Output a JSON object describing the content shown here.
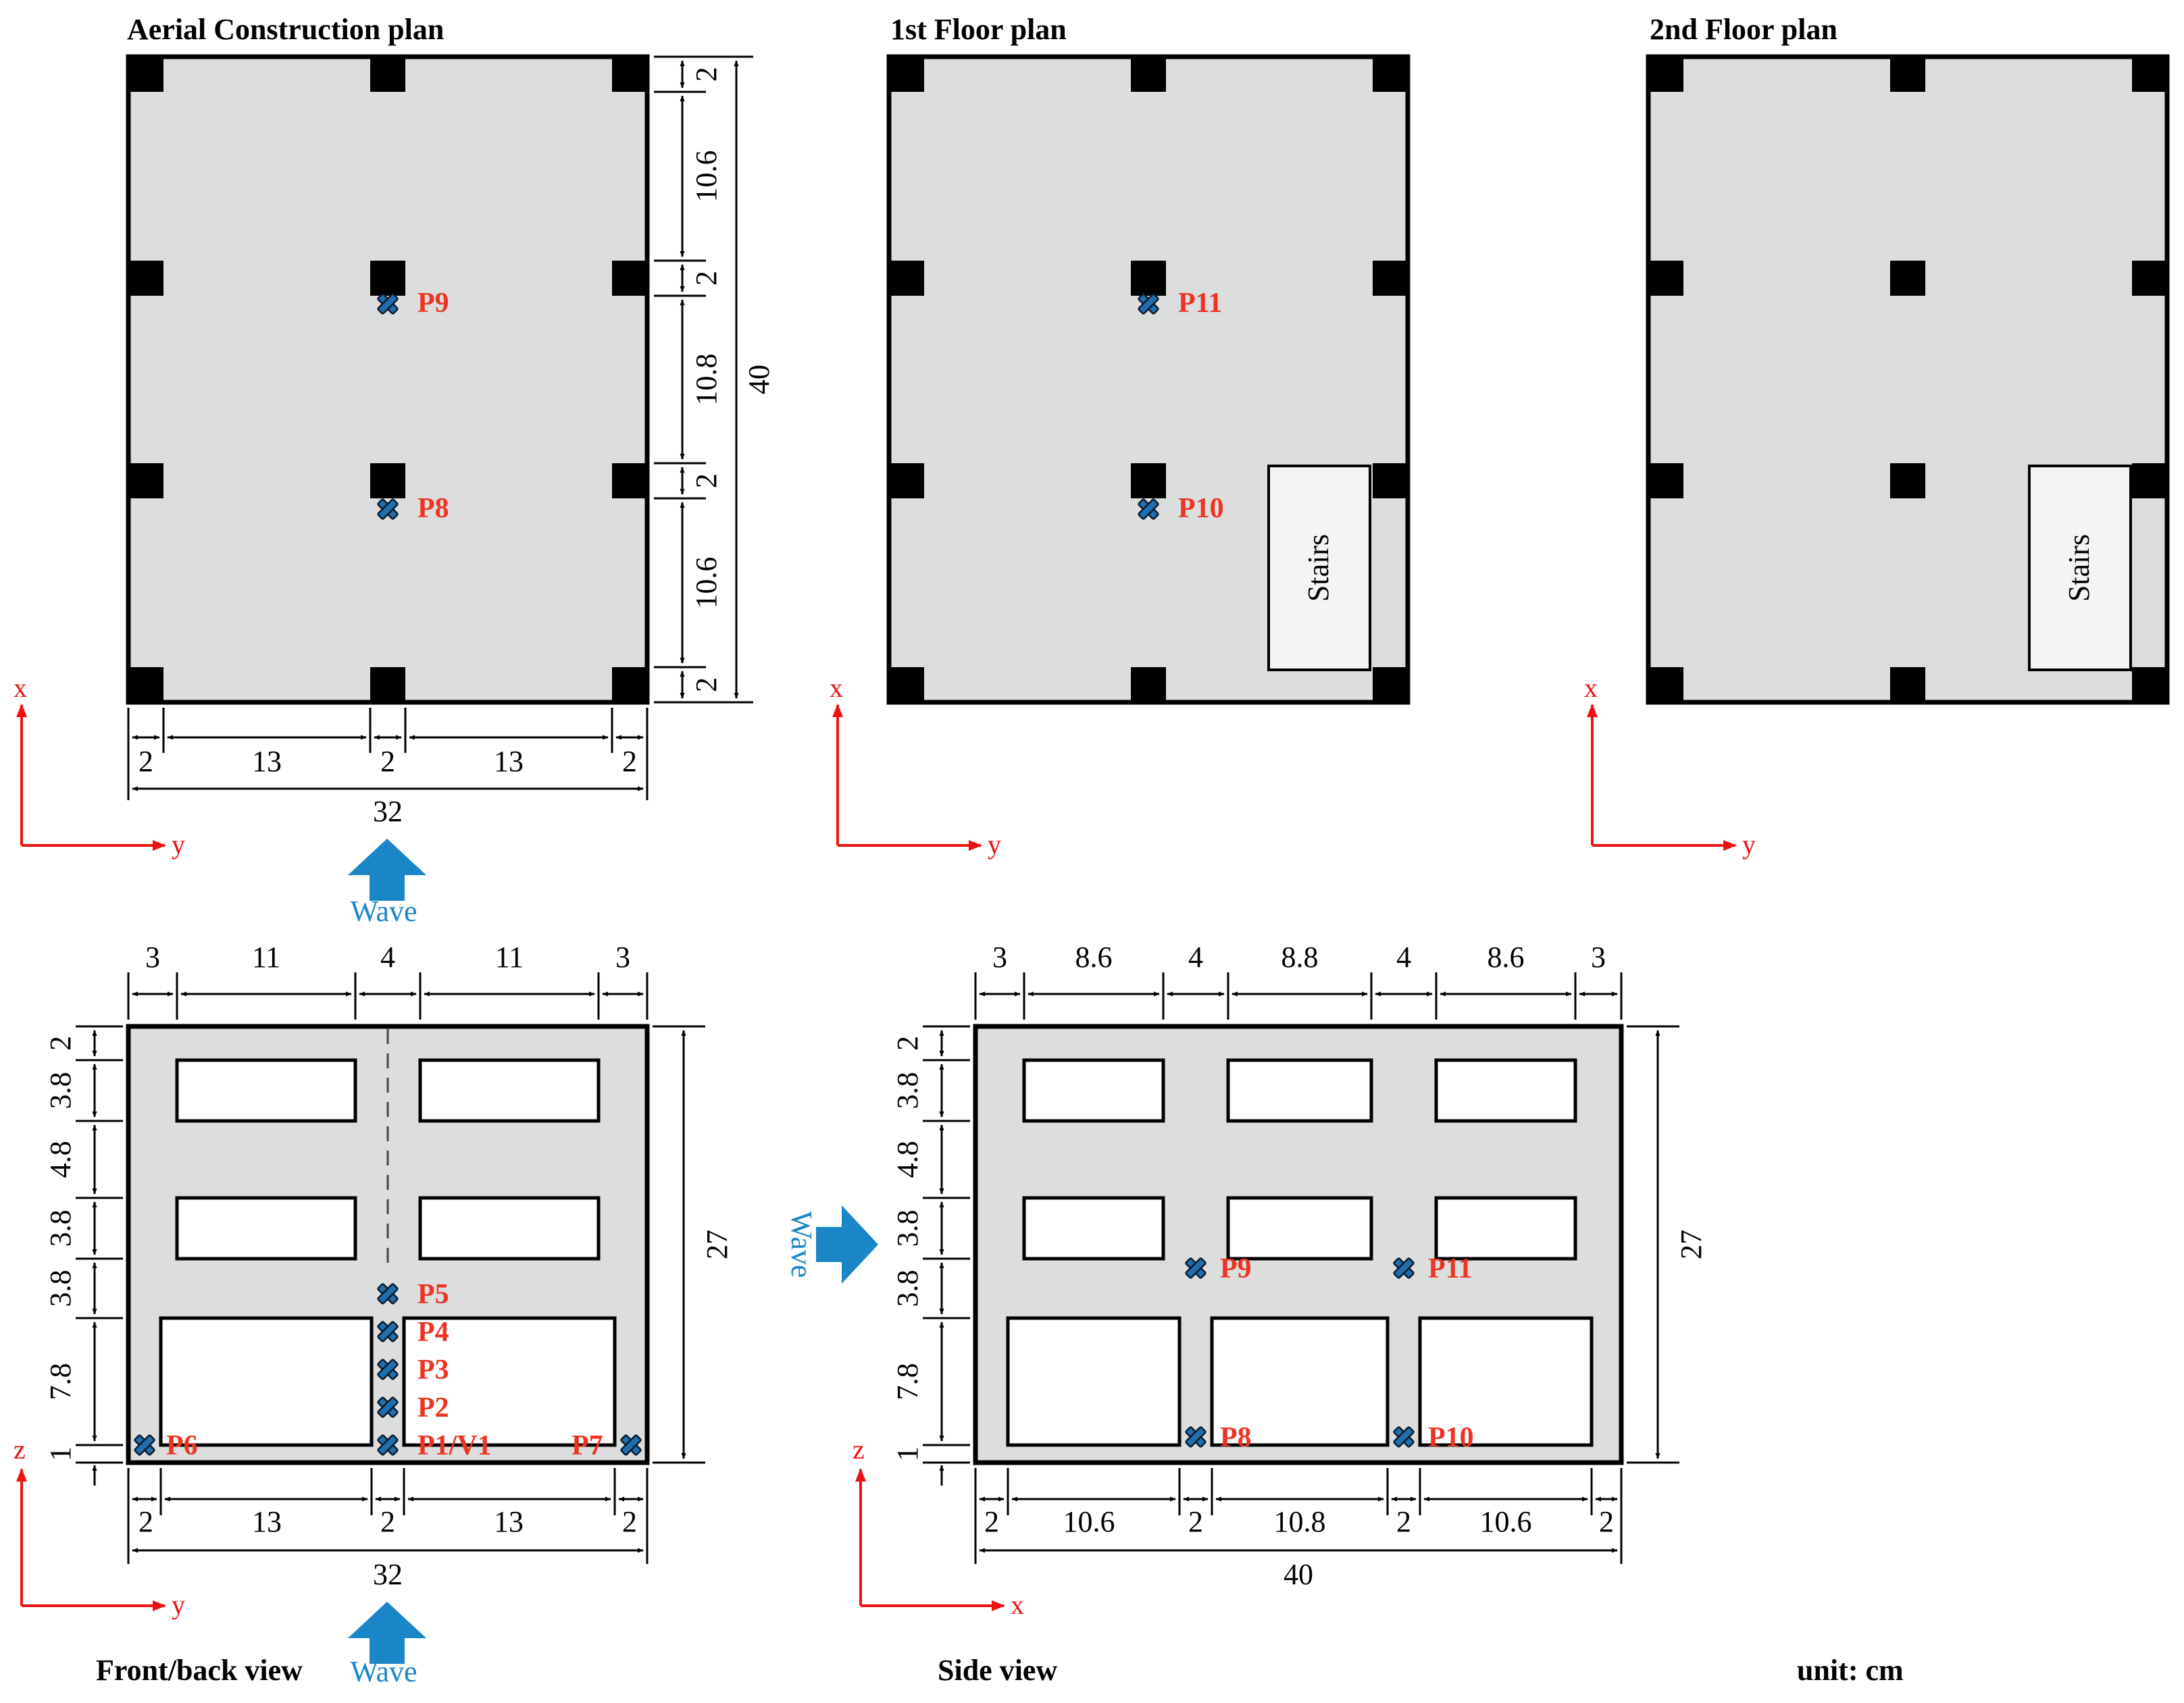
{
  "titles": {
    "aerial": "Aerial Construction plan",
    "floor1": "1st Floor plan",
    "floor2": "2nd Floor plan",
    "front": "Front/back view",
    "side": "Side view",
    "unit": "unit: cm"
  },
  "wave_label": "Wave",
  "stairs_label": "Stairs",
  "axes": {
    "x": "x",
    "y": "y",
    "z": "z"
  },
  "plan_dims": {
    "horizontal": [
      "2",
      "13",
      "2",
      "13",
      "2"
    ],
    "horizontal_total": "32",
    "vertical": [
      "2",
      "10.6",
      "2",
      "10.8",
      "2",
      "10.6",
      "2"
    ],
    "vertical_total": "40"
  },
  "front_dims": {
    "top": [
      "3",
      "11",
      "4",
      "11",
      "3"
    ],
    "bottom": [
      "2",
      "13",
      "2",
      "13",
      "2"
    ],
    "bottom_total": "32",
    "left": [
      "2",
      "3.8",
      "4.8",
      "3.8",
      "3.8",
      "7.8",
      "1"
    ],
    "right_total": "27"
  },
  "side_dims": {
    "top": [
      "3",
      "8.6",
      "4",
      "8.8",
      "4",
      "8.6",
      "3"
    ],
    "bottom": [
      "2",
      "10.6",
      "2",
      "10.8",
      "2",
      "10.6",
      "2"
    ],
    "bottom_total": "40",
    "left": [
      "2",
      "3.8",
      "4.8",
      "3.8",
      "3.8",
      "7.8",
      "1"
    ],
    "right_total": "27"
  },
  "sensors": {
    "aerial": [
      "P9",
      "P8"
    ],
    "floor1": [
      "P11",
      "P10"
    ],
    "front": [
      "P5",
      "P4",
      "P3",
      "P2",
      "P1/V1",
      "P6",
      "P7"
    ],
    "side": [
      "P9",
      "P11",
      "P8",
      "P10"
    ]
  },
  "colors": {
    "slab": "#dcdddd",
    "column": "#000000",
    "stairs": "#f4f4f2",
    "sensor_fill": "#1f6fae",
    "label": "#ee3322",
    "axis": "#ee1111",
    "wave": "#1a86c8"
  }
}
